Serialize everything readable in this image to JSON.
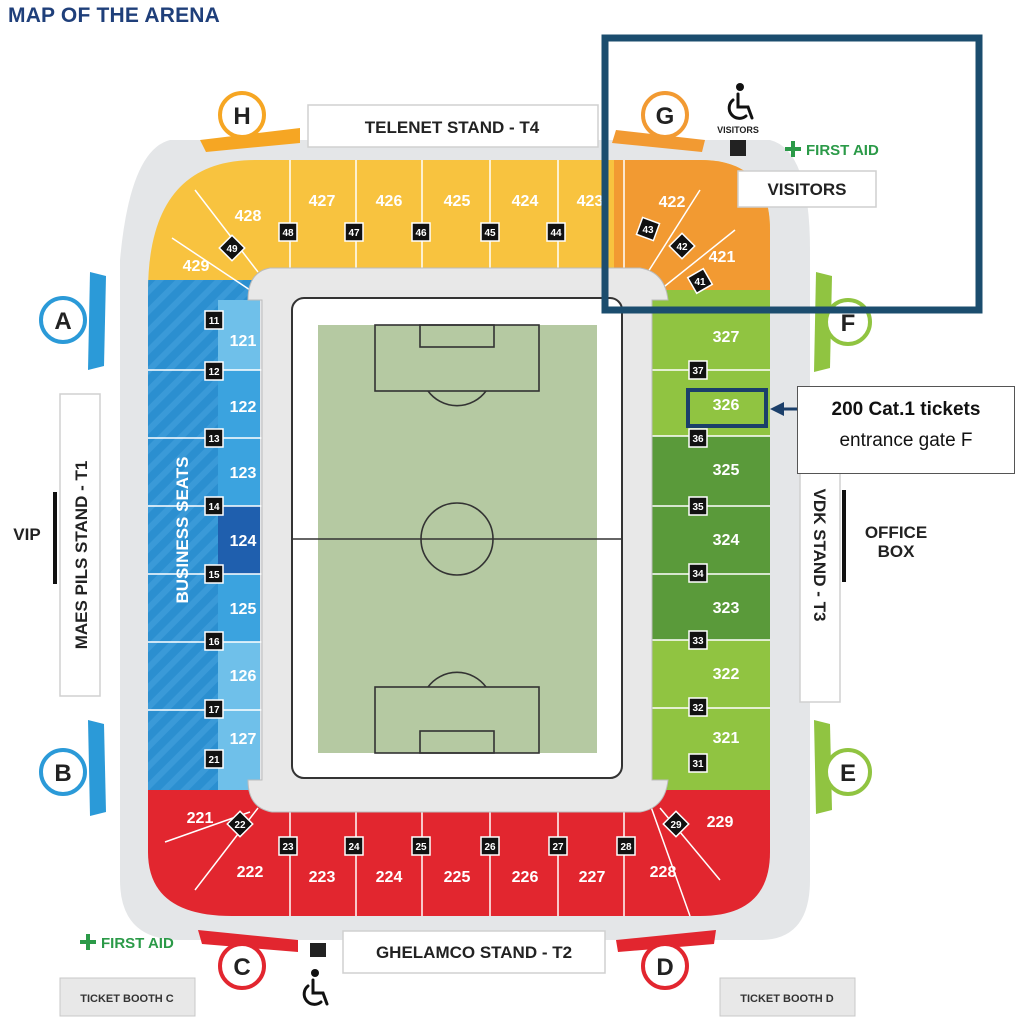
{
  "title": "MAP OF THE ARENA",
  "stands": {
    "north": "TELENET STAND - T4",
    "south": "GHELAMCO STAND - T2",
    "west": "MAES PILS STAND - T1",
    "east": "VDK STAND - T3"
  },
  "gates": {
    "a": "A",
    "b": "B",
    "c": "C",
    "d": "D",
    "e": "E",
    "f": "F",
    "g": "G",
    "h": "H"
  },
  "labels": {
    "vip": "VIP",
    "office_box_1": "OFFICE",
    "office_box_2": "BOX",
    "first_aid": "FIRST AID",
    "visitors_box": "VISITORS",
    "visitors_small": "VISITORS",
    "business_seats": "BUSINESS SEATS",
    "ticket_booth_c": "TICKET BOOTH C",
    "ticket_booth_d": "TICKET BOOTH D"
  },
  "callout": {
    "line1": "200 Cat.1 tickets",
    "line2": "entrance gate F"
  },
  "sections": {
    "north": [
      "428",
      "429",
      "427",
      "426",
      "425",
      "424",
      "423",
      "422",
      "421"
    ],
    "north_doors": [
      "49",
      "48",
      "47",
      "46",
      "45",
      "44",
      "43",
      "42",
      "41"
    ],
    "west": [
      "121",
      "122",
      "123",
      "124",
      "125",
      "126",
      "127"
    ],
    "west_doors": [
      "11",
      "12",
      "13",
      "14",
      "15",
      "16",
      "17",
      "21"
    ],
    "east": [
      "327",
      "326",
      "325",
      "324",
      "323",
      "322",
      "321"
    ],
    "east_doors": [
      "37",
      "36",
      "35",
      "34",
      "33",
      "32",
      "31"
    ],
    "south": [
      "221",
      "222",
      "223",
      "224",
      "225",
      "226",
      "227",
      "228",
      "229"
    ],
    "south_doors": [
      "22",
      "23",
      "24",
      "25",
      "26",
      "27",
      "28",
      "29"
    ]
  },
  "colors": {
    "title": "#1f3f7a",
    "north": "#f8c33f",
    "visitors_sector": "#f29a32",
    "west": "#2b8fd0",
    "east_light": "#90c441",
    "east_dark": "#5a9a3a",
    "south": "#e2262f",
    "pitch": "#b5c9a2",
    "highlight_frame": "#1b4d6e",
    "first_aid": "#2b9a48"
  },
  "highlight": {
    "section": "326",
    "gate": "F"
  }
}
